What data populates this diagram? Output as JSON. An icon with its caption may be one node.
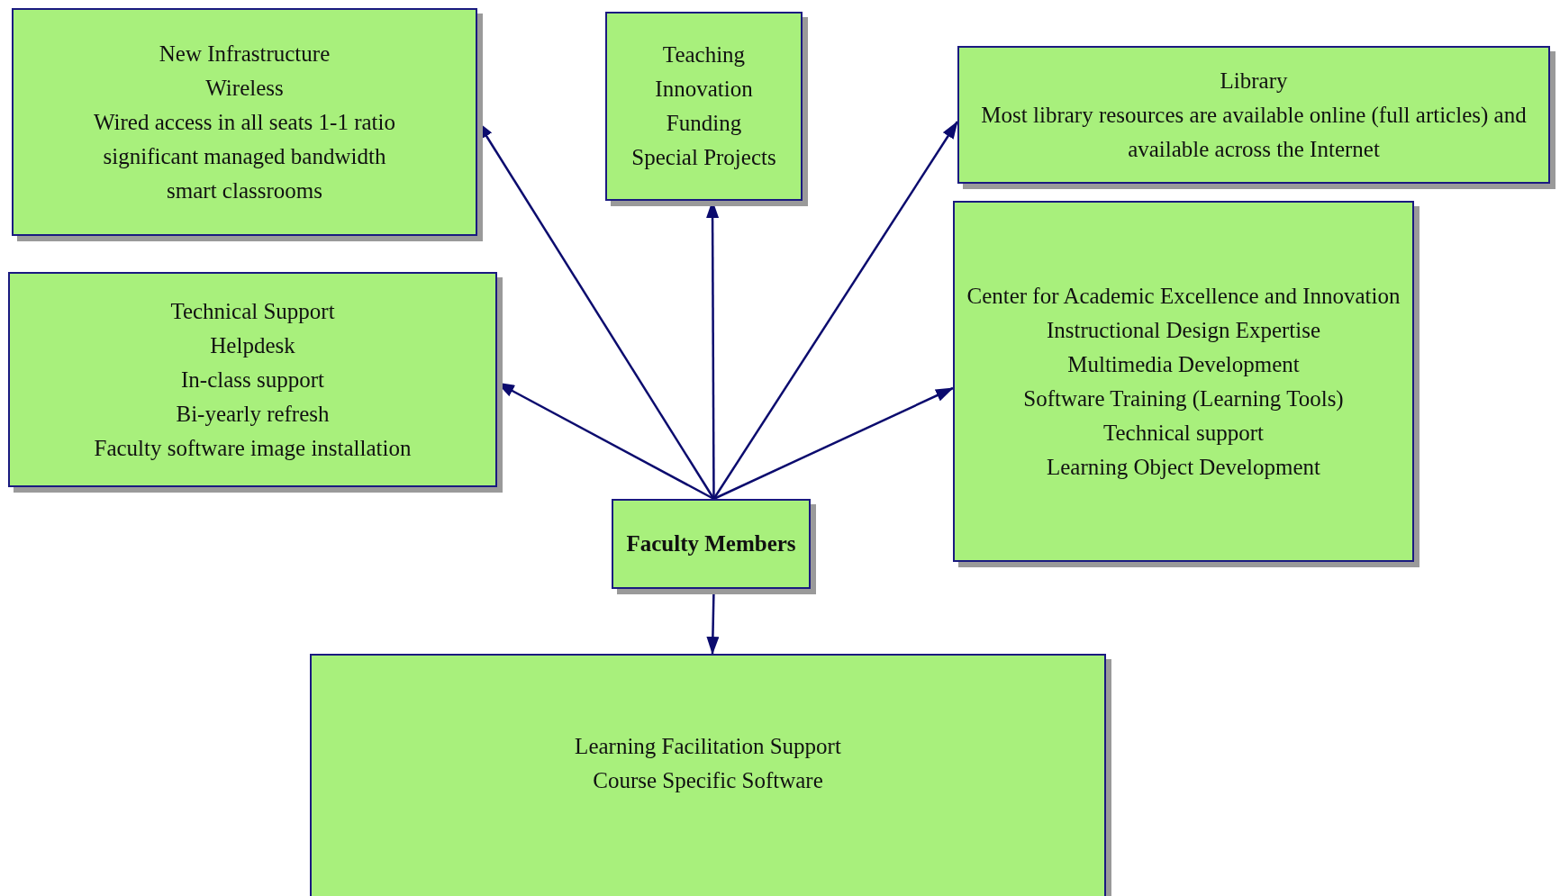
{
  "diagram": {
    "nodes": [
      {
        "text": [
          "New Infrastructure",
          "Wireless",
          "Wired access in all seats 1-1 ratio",
          "significant managed bandwidth",
          "smart classrooms"
        ]
      },
      {
        "text": [
          "Teaching",
          "Innovation",
          "Funding",
          "Special Projects"
        ]
      },
      {
        "text": [
          "Library",
          "Most library resources are available online (full articles) and available across the Internet"
        ]
      },
      {
        "text": [
          "Technical Support",
          "Helpdesk",
          "In-class support",
          "Bi-yearly refresh",
          "Faculty software image installation"
        ]
      },
      {
        "text": [
          "Center for Academic Excellence and Innovation",
          "Instructional Design Expertise",
          "Multimedia Development",
          "Software Training (Learning Tools)",
          "Technical support",
          "Learning Object Development"
        ]
      },
      {
        "text": [
          "Faculty Members"
        ]
      },
      {
        "text": [
          "Learning Facilitation Support",
          "Course Specific Software"
        ]
      }
    ],
    "edges": [
      {
        "from": 5,
        "to": 0,
        "arrow": "to"
      },
      {
        "from": 5,
        "to": 1,
        "arrow": "to"
      },
      {
        "from": 5,
        "to": 2,
        "arrow": "to"
      },
      {
        "from": 5,
        "to": 3,
        "arrow": "to"
      },
      {
        "from": 5,
        "to": 4,
        "arrow": "to"
      },
      {
        "from": 5,
        "to": 6,
        "arrow": "to"
      }
    ]
  }
}
